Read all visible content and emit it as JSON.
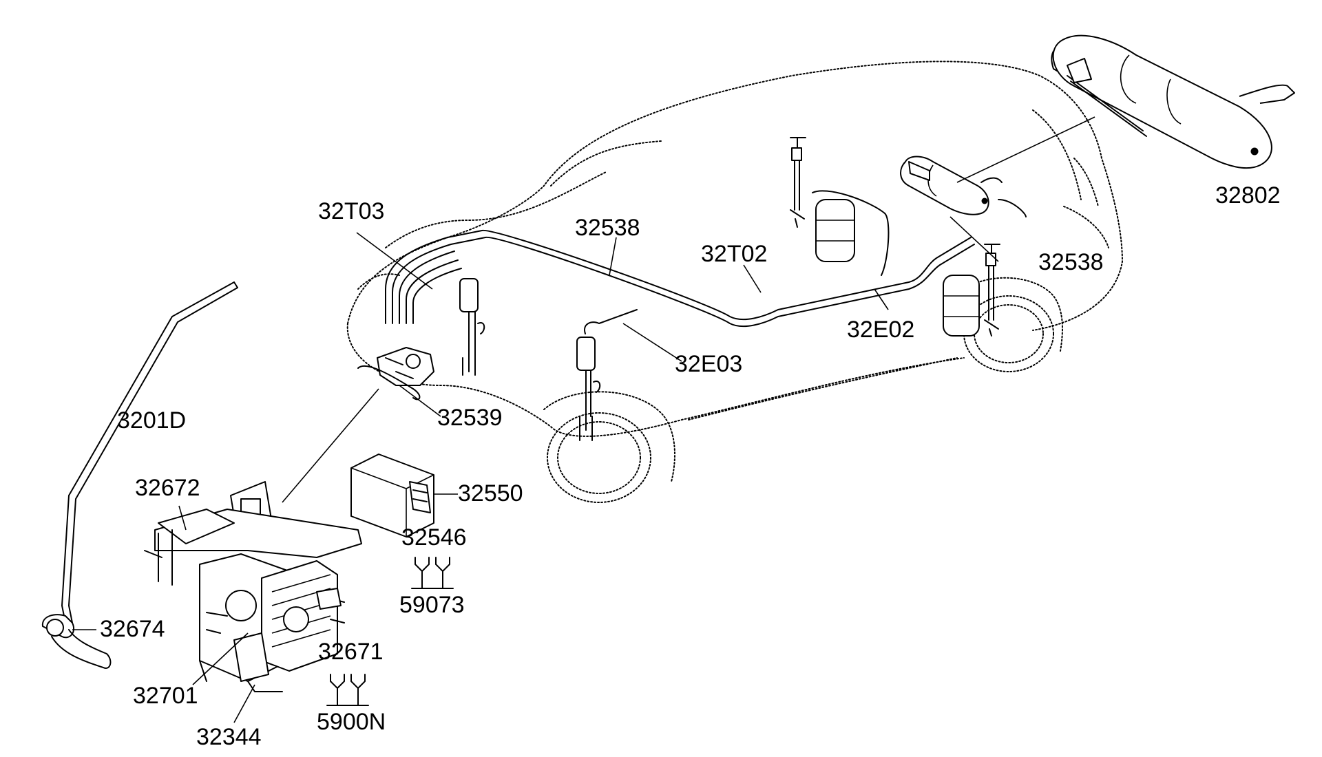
{
  "diagram": {
    "labels": {
      "p32802": "32802",
      "p32T03": "32T03",
      "p32538_top": "32538",
      "p32T02": "32T02",
      "p32538_right": "32538",
      "p32E02": "32E02",
      "p32E03": "32E03",
      "p32539": "32539",
      "p3201D": "3201D",
      "p32672": "32672",
      "p32550": "32550",
      "p32546": "32546",
      "p59073": "59073",
      "p32674": "32674",
      "p32671": "32671",
      "p32701": "32701",
      "p5900N": "5900N",
      "p32344": "32344"
    }
  }
}
